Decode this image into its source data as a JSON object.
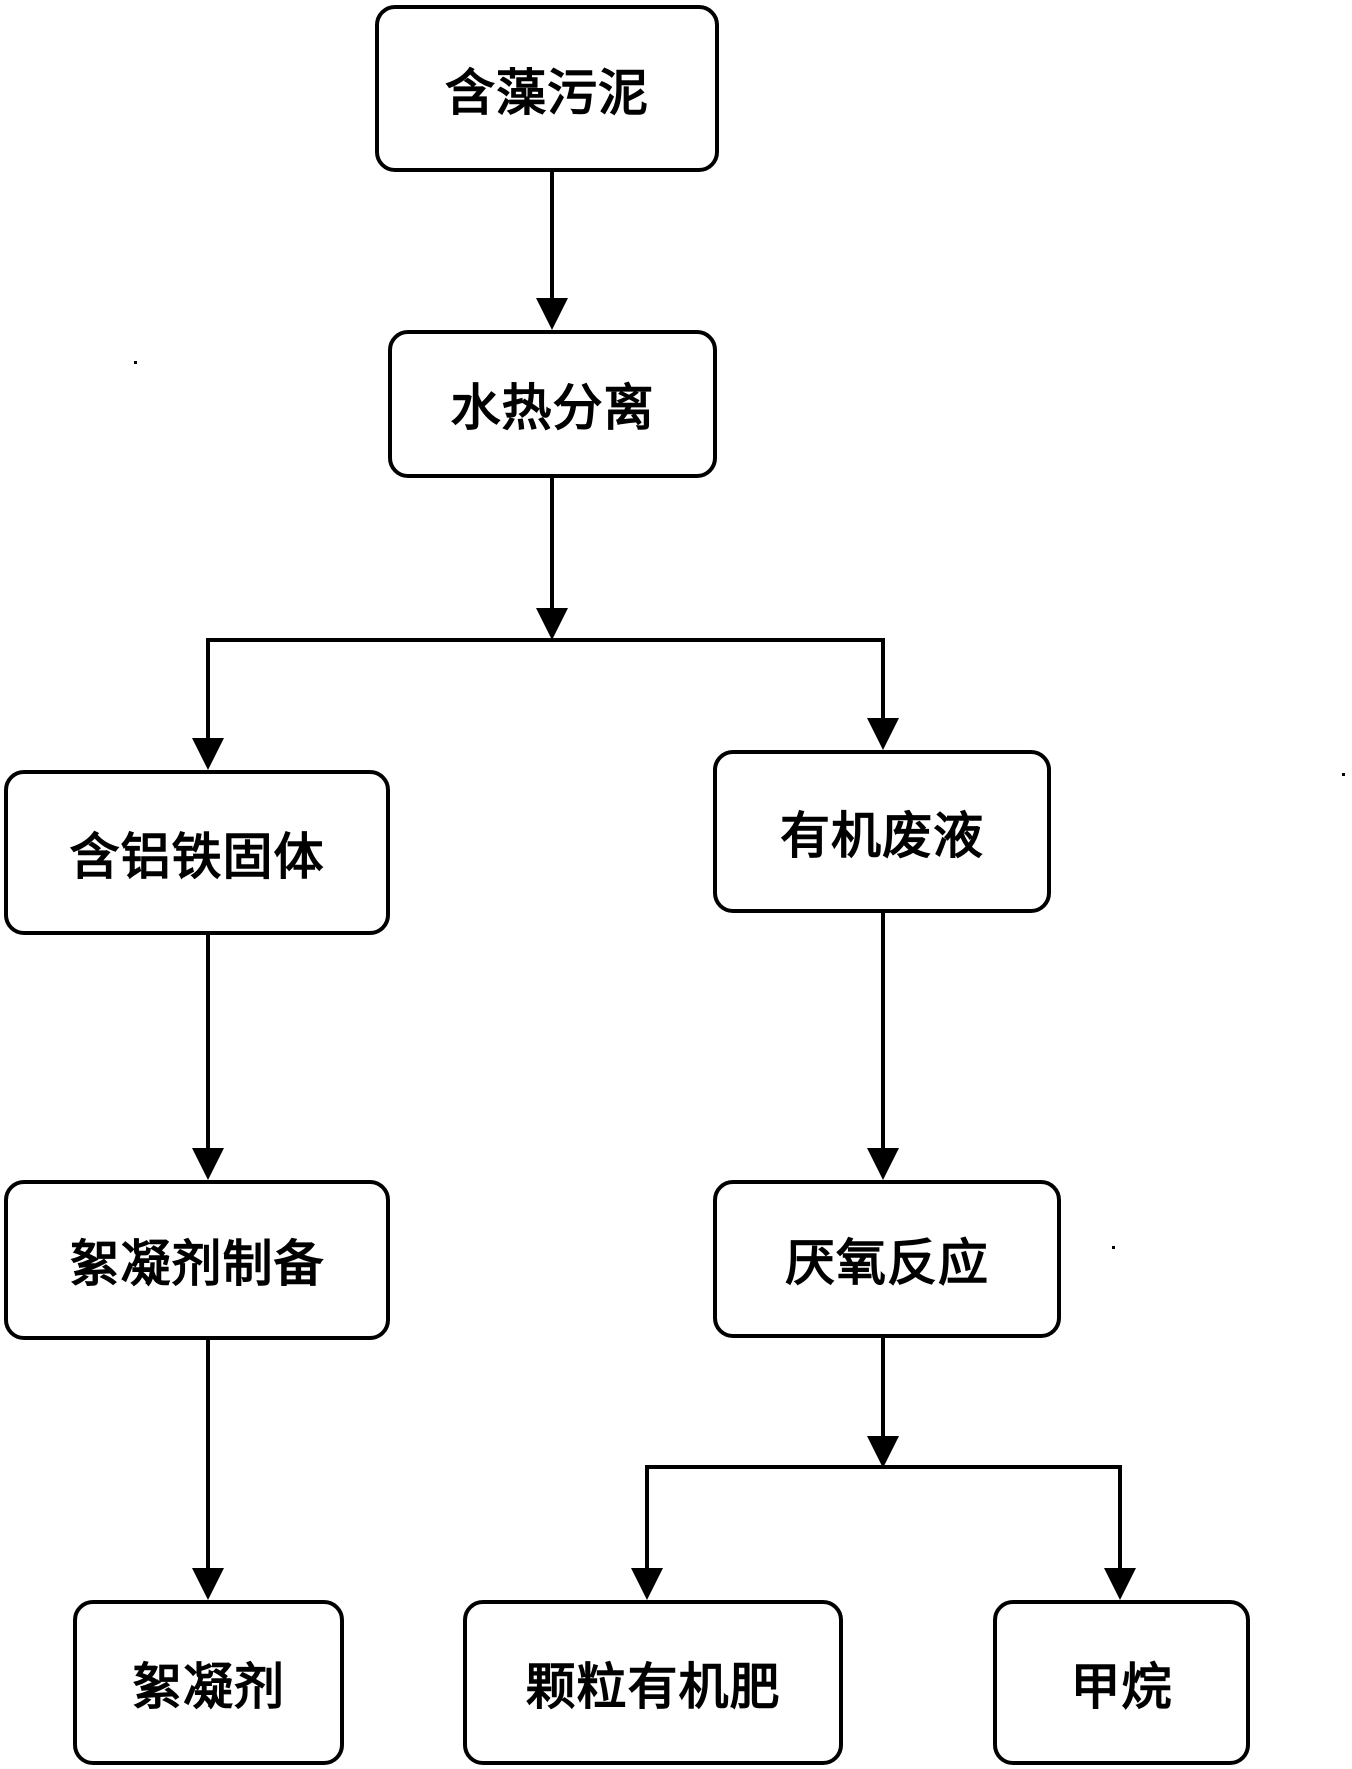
{
  "diagram": {
    "nodes": {
      "algae_sludge": "含藻污泥",
      "hydrothermal_separation": "水热分离",
      "al_fe_solid": "含铝铁固体",
      "organic_waste_liquid": "有机废液",
      "flocculant_preparation": "絮凝剂制备",
      "anaerobic_reaction": "厌氧反应",
      "flocculant": "絮凝剂",
      "granular_organic_fertilizer": "颗粒有机肥",
      "methane": "甲烷"
    },
    "edges": [
      [
        "algae_sludge",
        "hydrothermal_separation"
      ],
      [
        "hydrothermal_separation",
        "al_fe_solid"
      ],
      [
        "hydrothermal_separation",
        "organic_waste_liquid"
      ],
      [
        "al_fe_solid",
        "flocculant_preparation"
      ],
      [
        "flocculant_preparation",
        "flocculant"
      ],
      [
        "organic_waste_liquid",
        "anaerobic_reaction"
      ],
      [
        "anaerobic_reaction",
        "granular_organic_fertilizer"
      ],
      [
        "anaerobic_reaction",
        "methane"
      ]
    ],
    "colors": {
      "line": "#000000",
      "box_border": "#000000",
      "background": "#ffffff"
    }
  }
}
